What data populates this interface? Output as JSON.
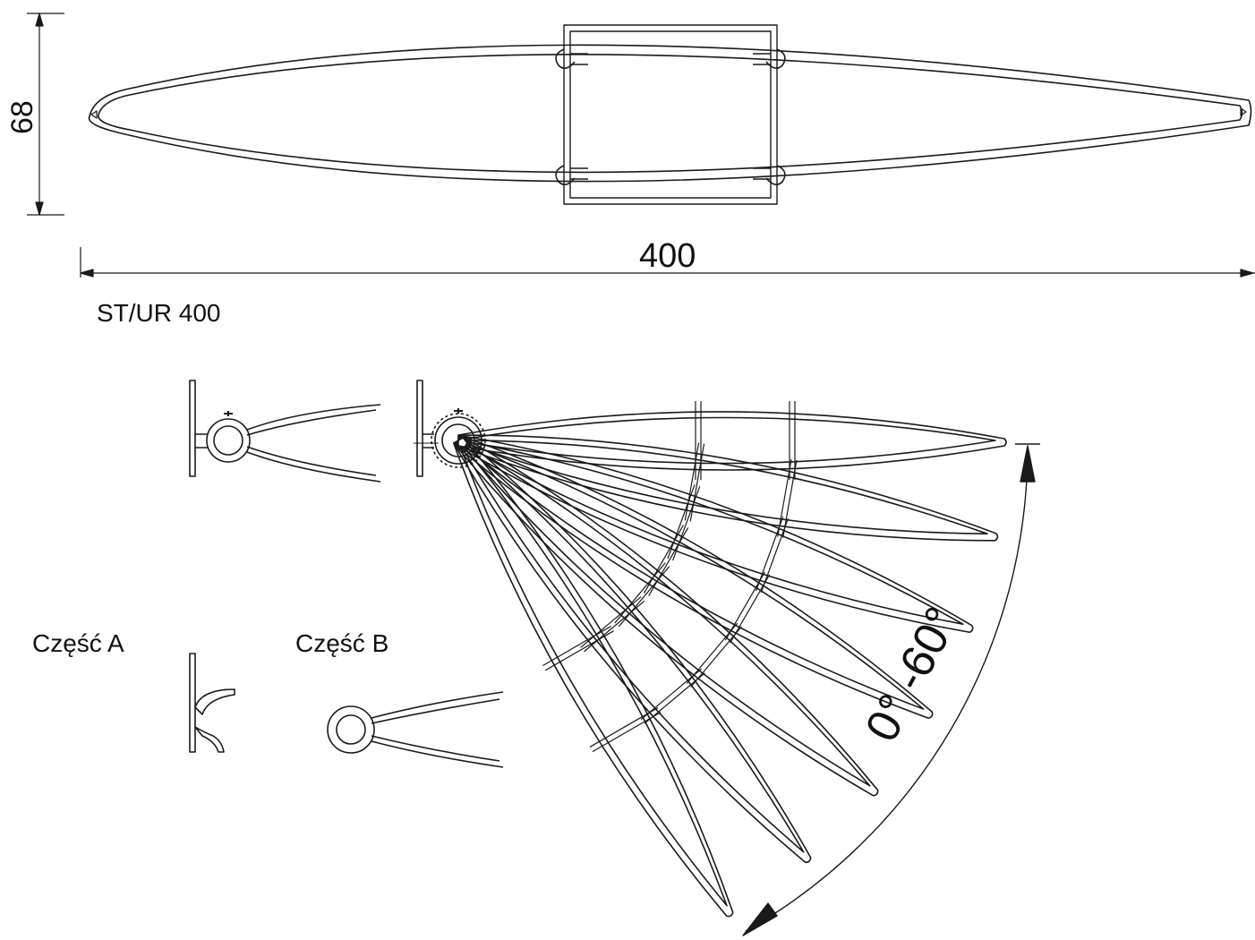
{
  "dimensions": {
    "height": "68",
    "width": "400"
  },
  "model": "ST/UR 400",
  "parts": {
    "a": "Część A",
    "b": "Część B"
  },
  "rotation": {
    "label": "0° -60°",
    "min_deg": 0,
    "max_deg": 60,
    "step_deg": 10
  },
  "colors": {
    "line": "#1a1a1a",
    "background": "#ffffff"
  },
  "icons": {
    "hub": "toothed-gear-hub",
    "bracket": "wall-bracket"
  }
}
